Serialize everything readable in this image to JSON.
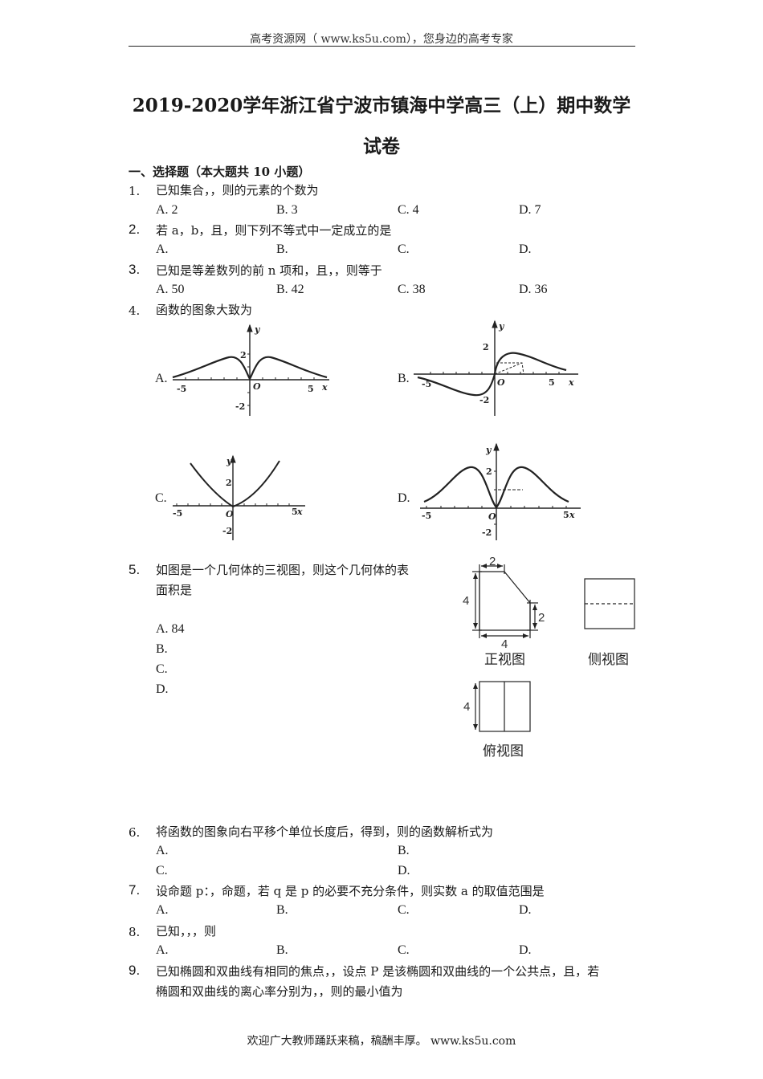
{
  "header": {
    "text": "高考资源网（ www.ks5u.com），您身边的高考专家"
  },
  "title": {
    "line1": "2019-2020学年浙江省宁波市镇海中学高三（上）期中数学",
    "line2": "试卷"
  },
  "section": {
    "label": "一、选择题（本大题共 10 小题）"
  },
  "questions": [
    {
      "num": "1.",
      "text": "已知集合，，则的元素的个数为",
      "options": [
        "A. 2",
        "B. 3",
        "C. 4",
        "D. 7"
      ]
    },
    {
      "num": "2.",
      "text": "若 a，b，且，则下列不等式中一定成立的是",
      "options": [
        "A.",
        "B.",
        "C.",
        "D."
      ]
    },
    {
      "num": "3.",
      "text": "已知是等差数列的前 n 项和，且，，则等于",
      "options": [
        "A. 50",
        "B. 42",
        "C. 38",
        "D. 36"
      ]
    },
    {
      "num": "4.",
      "text": "函数的图象大致为",
      "options": [
        "A.",
        "B.",
        "C.",
        "D."
      ]
    },
    {
      "num": "5.",
      "text_line1": "如图是一个几何体的三视图，则这个几何体的表",
      "text_line2": "面积是",
      "options": [
        "A. 84",
        "B.",
        "C.",
        "D."
      ]
    },
    {
      "num": "6.",
      "text": "将函数的图象向右平移个单位长度后，得到，则的函数解析式为",
      "options": [
        "A.",
        "B.",
        "C.",
        "D."
      ]
    },
    {
      "num": "7.",
      "text": "设命题 p：，命题，若 q 是 p 的必要不充分条件，则实数 a 的取值范围是",
      "options": [
        "A.",
        "B.",
        "C.",
        "D."
      ]
    },
    {
      "num": "8.",
      "text": "已知，，，则",
      "options": [
        "A.",
        "B.",
        "C.",
        "D."
      ]
    },
    {
      "num": "9.",
      "text_line1": "已知椭圆和双曲线有相同的焦点，，设点 P 是该椭圆和双曲线的一个公共点，且，若",
      "text_line2": "椭圆和双曲线的离心率分别为，，则的最小值为"
    }
  ],
  "graphs": {
    "tick_labels": {
      "x_neg": "-5",
      "x_pos": "5",
      "origin": "O",
      "y_pos": "2",
      "y_neg": "-2",
      "x_axis": "x",
      "y_axis": "y"
    }
  },
  "three_view": {
    "front_caption": "正视图",
    "side_caption": "侧视图",
    "top_caption": "俯视图",
    "dims": {
      "front_top": "2",
      "front_height": "4",
      "front_right": "2",
      "front_bottom": "4",
      "top_height": "4"
    }
  },
  "footer": {
    "text": "欢迎广大教师踊跃来稿，稿酬丰厚。 www.ks5u.com"
  }
}
